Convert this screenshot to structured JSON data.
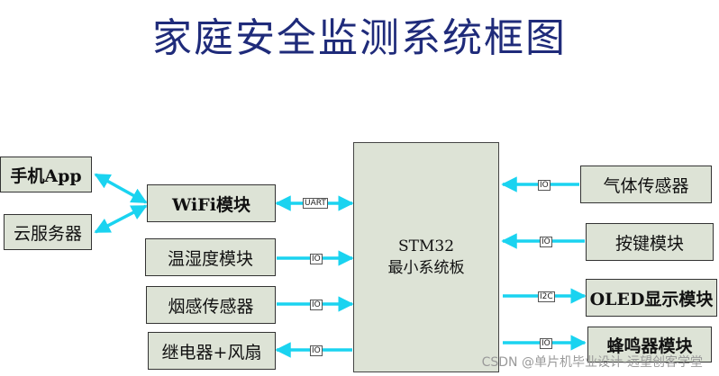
{
  "title": "家庭安全监测系统框图",
  "core": {
    "line1": "STM32",
    "line2": "最小系统板"
  },
  "left_modules": {
    "phone_app": "手机App",
    "cloud": "云服务器",
    "wifi": "WiFi模块",
    "temp_humidity": "温湿度模块",
    "smoke": "烟感传感器",
    "relay_fan": "继电器+风扇"
  },
  "right_modules": {
    "gas": "气体传感器",
    "keys": "按键模块",
    "oled": "OLED显示模块",
    "buzzer": "蜂鸣器模块"
  },
  "link_labels": {
    "wifi": "UART",
    "temp_humidity": "IO",
    "smoke": "IO",
    "relay_fan": "IO",
    "gas": "IO",
    "keys": "IO",
    "oled": "I2C",
    "buzzer": "IO"
  },
  "watermark": "CSDN @单片机毕业设计-远望创客学堂",
  "colors": {
    "arrow": "#1ad3f0",
    "box_fill": "#dde3d6",
    "title": "#1f2b7a"
  }
}
